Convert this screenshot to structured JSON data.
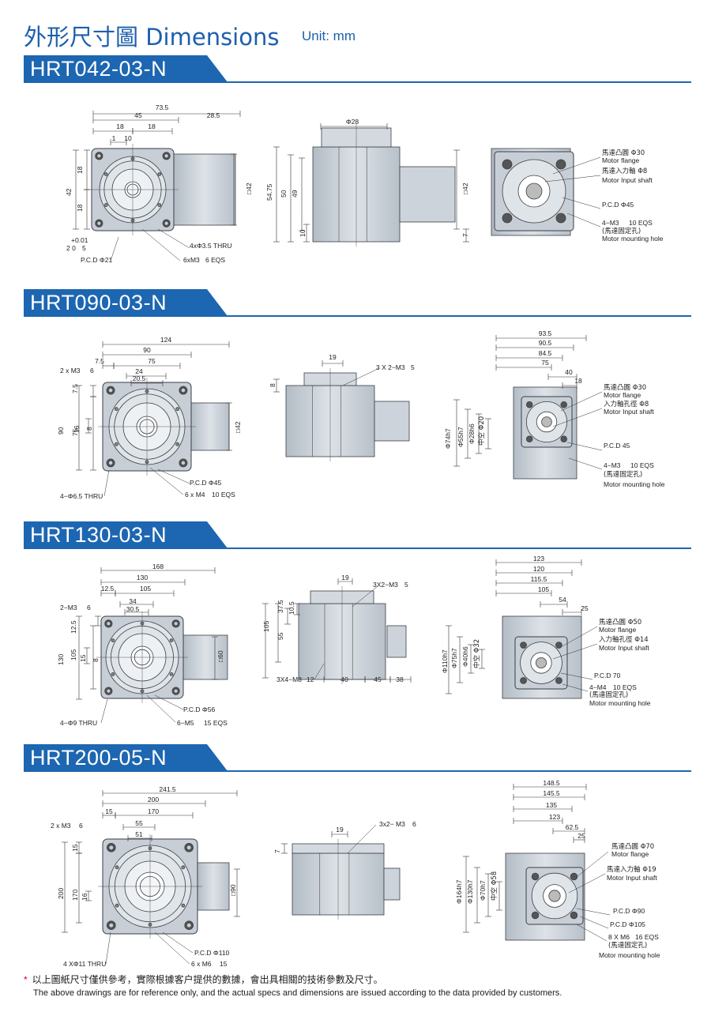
{
  "header": {
    "title": "外形尺寸圖 Dimensions",
    "unit": "Unit: mm"
  },
  "sections": [
    {
      "title": "HRT042-03-N",
      "labels": [
        "73.5",
        "45",
        "28.5",
        "18",
        "18",
        "1",
        "10",
        "18",
        "18",
        "42",
        "+0.01",
        "2  0",
        "5",
        "□42",
        "4xΦ3.5 THRU",
        "P.C.D  Φ21",
        "6xM3",
        "6 EQS",
        "Φ28",
        "54.75",
        "50",
        "49",
        "10",
        "□42",
        "7",
        "馬達凸圓  Φ30",
        "Motor flange",
        "馬達入力軸  Φ8",
        "Motor Input shaft",
        "P.C.D  Φ45",
        "4−M3",
        "10 EQS",
        "(馬達固定孔)",
        "Motor mounting hole"
      ]
    },
    {
      "title": "HRT090-03-N",
      "labels": [
        "124",
        "90",
        "7.5",
        "75",
        "2 x M3",
        "6",
        "24",
        "20.5",
        "7.5",
        "75",
        "90",
        "16",
        "8",
        "□42",
        "P.C.D  Φ45",
        "4−Φ6.5 THRU",
        "6 x M4",
        "10 EQS",
        "19",
        "3 X 2−M3",
        "5",
        "8",
        "93.5",
        "90.5",
        "84.5",
        "75",
        "40",
        "18",
        "Φ74h7",
        "Φ55h7",
        "Φ28h6",
        "中空 Φ20",
        "馬達凸圓  Φ30",
        "Motor flange",
        "入力軸孔徑  Φ8",
        "Motor Input shaft",
        "P.C.D 45",
        "4−M3",
        "10 EQS",
        "(馬達固定孔)",
        "Motor mounting hole"
      ]
    },
    {
      "title": "HRT130-03-N",
      "labels": [
        "168",
        "130",
        "12.5",
        "105",
        "2−M3",
        "6",
        "34",
        "30.5",
        "12.5",
        "130",
        "105",
        "15",
        "8",
        "□60",
        "P.C.D  Φ56",
        "4−Φ9 THRU",
        "6−M5",
        "15 EQS",
        "19",
        "3X2−M3",
        "5",
        "105",
        "55",
        "37.5",
        "10.5",
        "3X4−M8",
        "12",
        "40",
        "45",
        "38",
        "123",
        "120",
        "115.5",
        "105",
        "54",
        "25",
        "Φ110h7",
        "Φ75h7",
        "Φ40h6",
        "中空 Φ32",
        "馬達凸圓  Φ50",
        "Motor flange",
        "入力軸孔徑  Φ14",
        "Motor Input shaft",
        "P.C.D 70",
        "4−M4",
        "10 EQS",
        "(馬達固定孔)",
        "Motor mounting hole"
      ]
    },
    {
      "title": "HRT200-05-N",
      "labels": [
        "241.5",
        "200",
        "15",
        "170",
        "2 x M3",
        "6",
        "55",
        "51",
        "15",
        "200",
        "170",
        "16",
        "□90",
        "P.C.D  Φ110",
        "4 XΦ11 THRU",
        "6 x M6",
        "15",
        "19",
        "3x2− M3",
        "6",
        "7",
        "148.5",
        "145.5",
        "135",
        "123",
        "62.5",
        "25",
        "Φ164h7",
        "Φ130h7",
        "Φ70h7",
        "中空 Φ58",
        "馬達凸圓  Φ70",
        "Motor flange",
        "馬達入力軸  Φ19",
        "Motor Input shaft",
        "P.C.D  Φ90",
        "P.C.D  Φ105",
        "8 X M6",
        "16 EQS",
        "(馬達固定孔)",
        "Motor mounting hole"
      ]
    }
  ],
  "notes": {
    "cn": "以上圖紙尺寸僅供參考，實際根據客户提供的數據，會出具相關的技術參數及尺寸。",
    "en": "The above drawings are for reference only, and the actual specs and dimensions are issued according to the data provided by customers."
  },
  "colors": {
    "accent": "#1d66b1",
    "body": "#c4ccd4",
    "note_star": "#d0021b"
  }
}
